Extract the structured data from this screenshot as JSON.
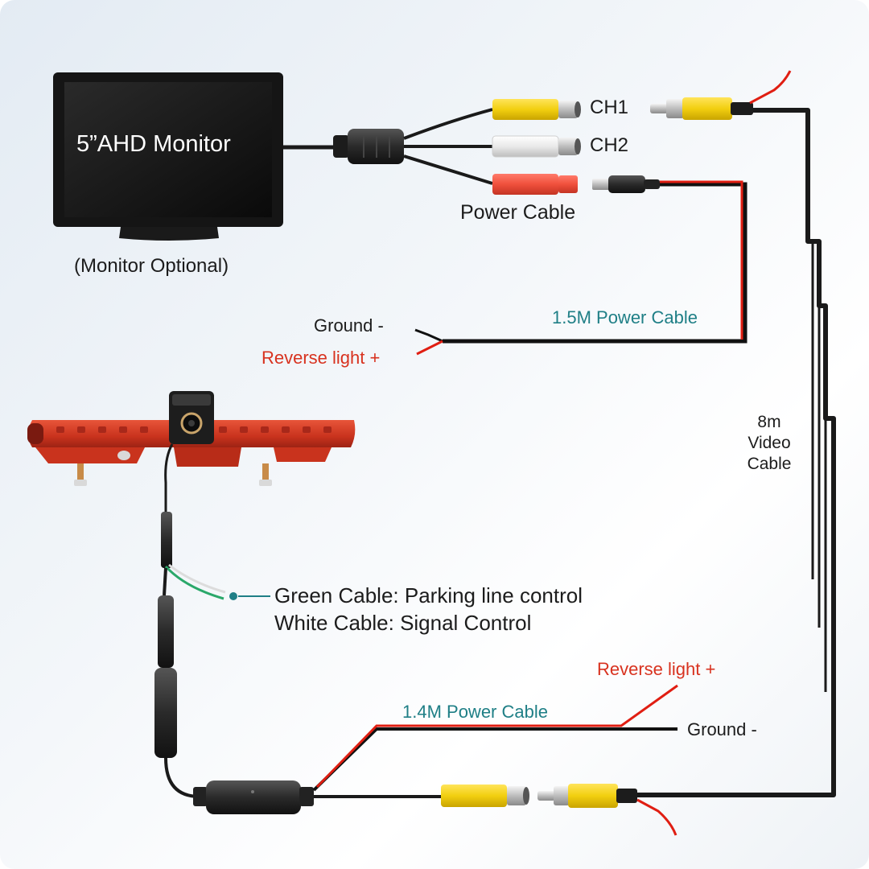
{
  "monitor": {
    "label": "5”AHD Monitor",
    "note": "(Monitor Optional)"
  },
  "connectors": {
    "ch1": "CH1",
    "ch2": "CH2",
    "power": "Power Cable"
  },
  "upper_power": {
    "cable": "1.5M Power Cable",
    "ground": "Ground  -",
    "reverse": "Reverse light  +"
  },
  "video_cable": {
    "line1": "8m",
    "line2": "Video",
    "line3": "Cable"
  },
  "control": {
    "green": "Green Cable: Parking line control",
    "white": "White Cable: Signal Control"
  },
  "lower_power": {
    "cable": "1.4M Power Cable",
    "ground": "Ground  -",
    "reverse": "Reverse light  +"
  },
  "colors": {
    "red_wire": "#e01e12",
    "black_wire": "#1a1a1a",
    "yellow": "#f2d21c",
    "teal_text": "#1f7f86",
    "red_text": "#d8321f",
    "brake_light": "#c9331d"
  }
}
